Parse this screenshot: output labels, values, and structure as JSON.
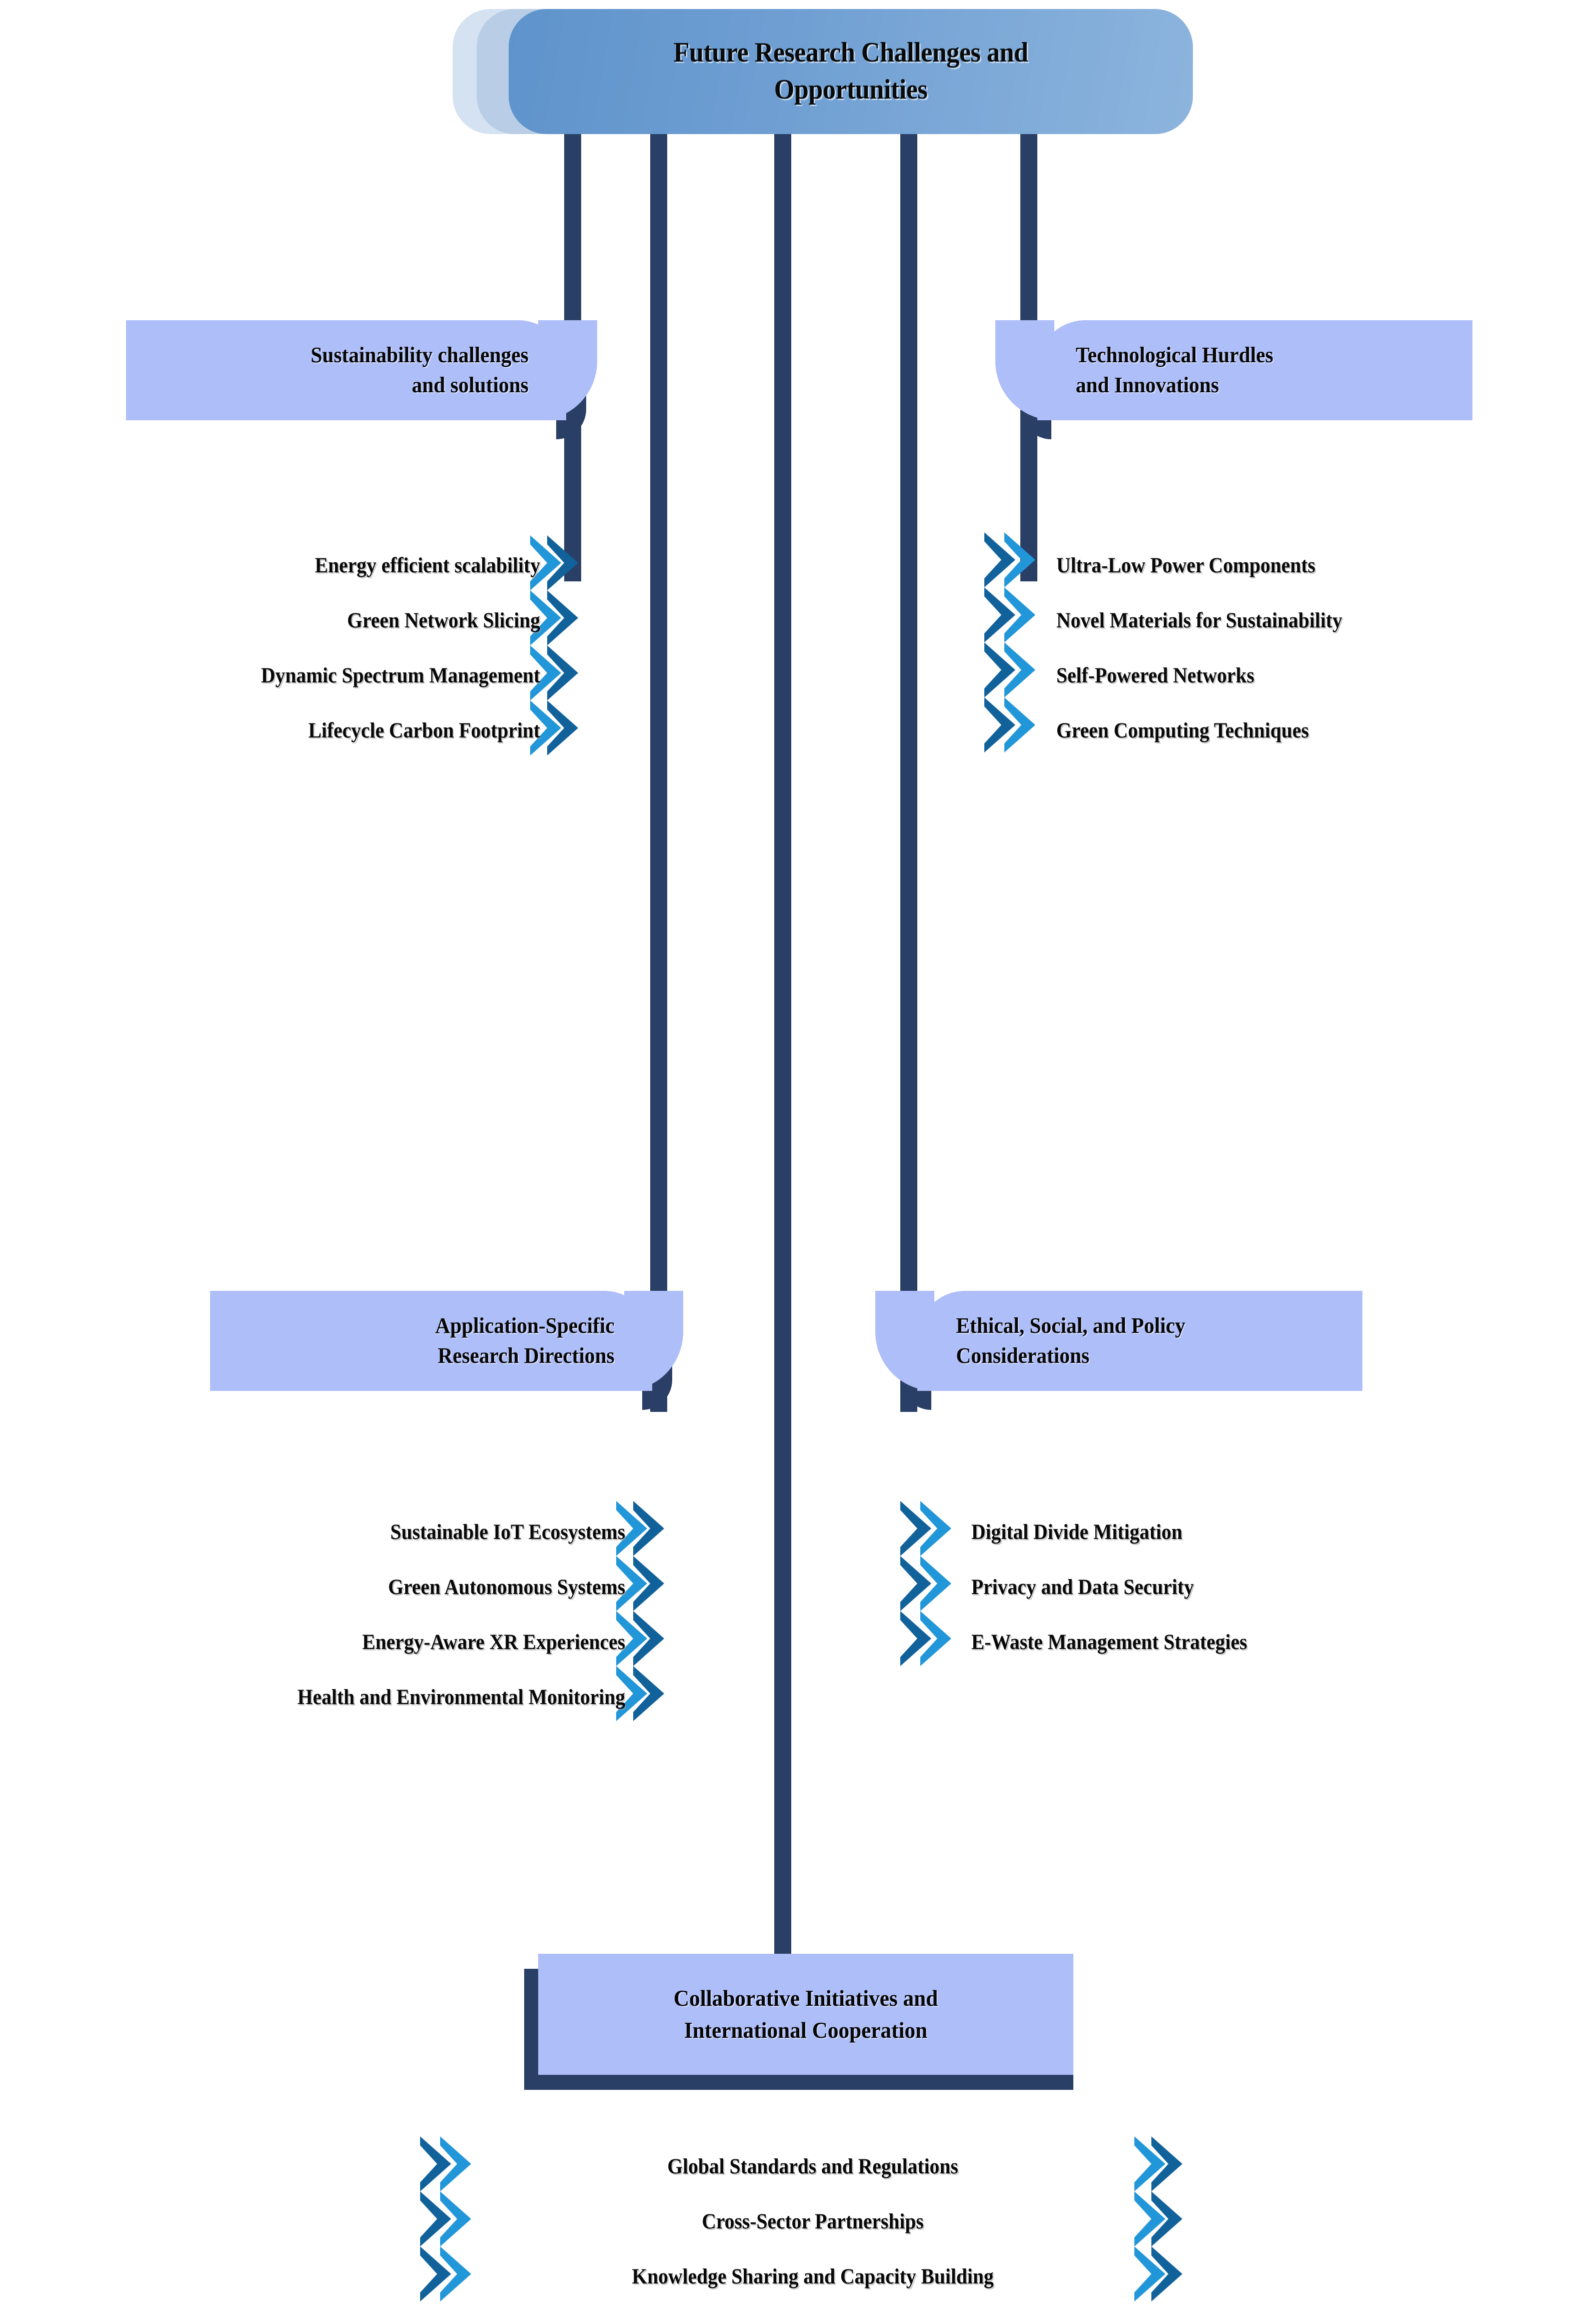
{
  "diagram": {
    "title_line1": "Future Research Challenges and",
    "title_line2": "Opportunities",
    "root_label": "Future Research Challenges and Opportunities",
    "colors": {
      "navy_line": "#2A3F66",
      "plate_periwinkle": "#AEBEF9",
      "chevron_light": "#2196D8",
      "chevron_dark": "#11619B",
      "banner_front_start": "#5E93CB",
      "banner_front_end": "#8CB4DD",
      "banner_mid": "#B9CEE6",
      "banner_back": "#D5E2F1",
      "text_black": "#080808"
    }
  },
  "branches": [
    {
      "id": "sustainability",
      "header_line1": "Sustainability challenges",
      "header_line2": "and solutions",
      "side": "left",
      "items": [
        "Energy efficient scalability",
        "Green Network Slicing",
        "Dynamic Spectrum Management",
        "Lifecycle Carbon Footprint"
      ]
    },
    {
      "id": "technological",
      "header_line1": "Technological Hurdles",
      "header_line2": "and Innovations",
      "side": "right",
      "items": [
        "Ultra-Low Power Components",
        "Novel Materials for Sustainability",
        "Self-Powered Networks",
        "Green Computing Techniques"
      ]
    },
    {
      "id": "application-specific",
      "header_line1": "Application-Specific",
      "header_line2": "Research Directions",
      "side": "left",
      "items": [
        "Sustainable IoT Ecosystems",
        "Green Autonomous Systems",
        "Energy-Aware XR Experiences",
        "Health and Environmental Monitoring"
      ]
    },
    {
      "id": "ethical-social-policy",
      "header_line1": "Ethical, Social, and Policy",
      "header_line2": "Considerations",
      "side": "right",
      "items": [
        "Digital Divide Mitigation",
        "Privacy and Data Security",
        "E-Waste Management Strategies"
      ]
    },
    {
      "id": "collaborative",
      "header_line1": "Collaborative Initiatives and",
      "header_line2": "International Cooperation",
      "side": "center",
      "items": [
        "Global Standards and Regulations",
        "Cross-Sector Partnerships",
        "Knowledge Sharing and Capacity Building"
      ]
    }
  ]
}
